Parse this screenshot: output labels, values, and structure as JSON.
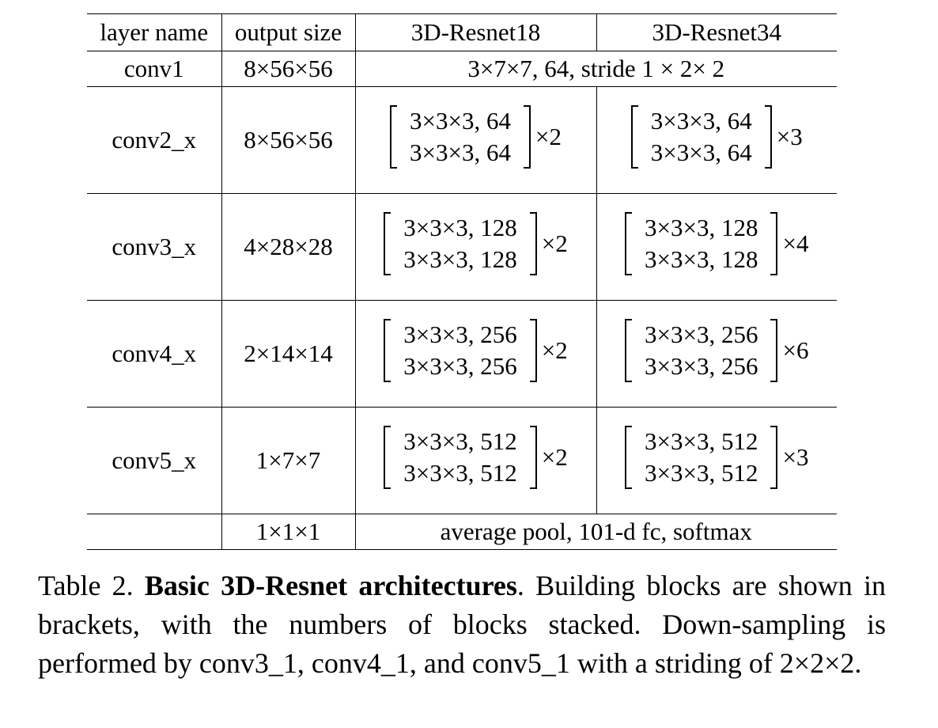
{
  "table": {
    "headers": [
      "layer name",
      "output size",
      "3D-Resnet18",
      "3D-Resnet34"
    ],
    "conv1": {
      "name": "conv1",
      "output": "8×56×56",
      "spec": "3×7×7, 64, stride 1 × 2× 2"
    },
    "blocks": [
      {
        "name": "conv2_x",
        "output": "8×56×56",
        "line1": "3×3×3, 64",
        "line2": "3×3×3, 64",
        "r18": "×2",
        "r34": "×3"
      },
      {
        "name": "conv3_x",
        "output": "4×28×28",
        "line1": "3×3×3, 128",
        "line2": "3×3×3, 128",
        "r18": "×2",
        "r34": "×4"
      },
      {
        "name": "conv4_x",
        "output": "2×14×14",
        "line1": "3×3×3, 256",
        "line2": "3×3×3, 256",
        "r18": "×2",
        "r34": "×6"
      },
      {
        "name": "conv5_x",
        "output": "1×7×7",
        "line1": "3×3×3, 512",
        "line2": "3×3×3, 512",
        "r18": "×2",
        "r34": "×3"
      }
    ],
    "pool": {
      "name": "",
      "output": "1×1×1",
      "spec": "average pool, 101-d fc, softmax"
    }
  },
  "caption": {
    "label": "Table 2.",
    "title": "Basic 3D-Resnet architectures",
    "body": ". Building blocks are shown in brackets, with the numbers of blocks stacked. Down-sampling is performed by conv3_1, conv4_1, and conv5_1 with a striding of 2×2×2."
  }
}
